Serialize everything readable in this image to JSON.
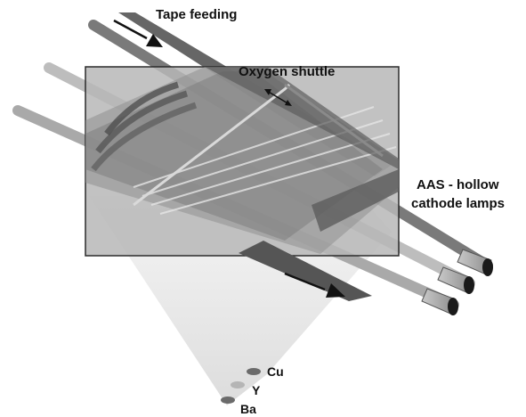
{
  "labels": {
    "tape_feeding": "Tape feeding",
    "oxygen_shuttle": "Oxygen shuttle",
    "aas_line1": "AAS - hollow",
    "aas_line2": "cathode lamps"
  },
  "sources": [
    {
      "label": "Cu",
      "color": "#6b6b6b"
    },
    {
      "label": "Y",
      "color": "#b5b5b5"
    },
    {
      "label": "Ba",
      "color": "#6b6b6b"
    }
  ],
  "colors": {
    "chamber_fill": "#b8b8b8",
    "chamber_stroke": "#2a2a2a",
    "tape": "#5e5e5e",
    "lamp_beam": "#8a8a8a",
    "plume": "#d9d9d9",
    "arrow": "#111111"
  }
}
